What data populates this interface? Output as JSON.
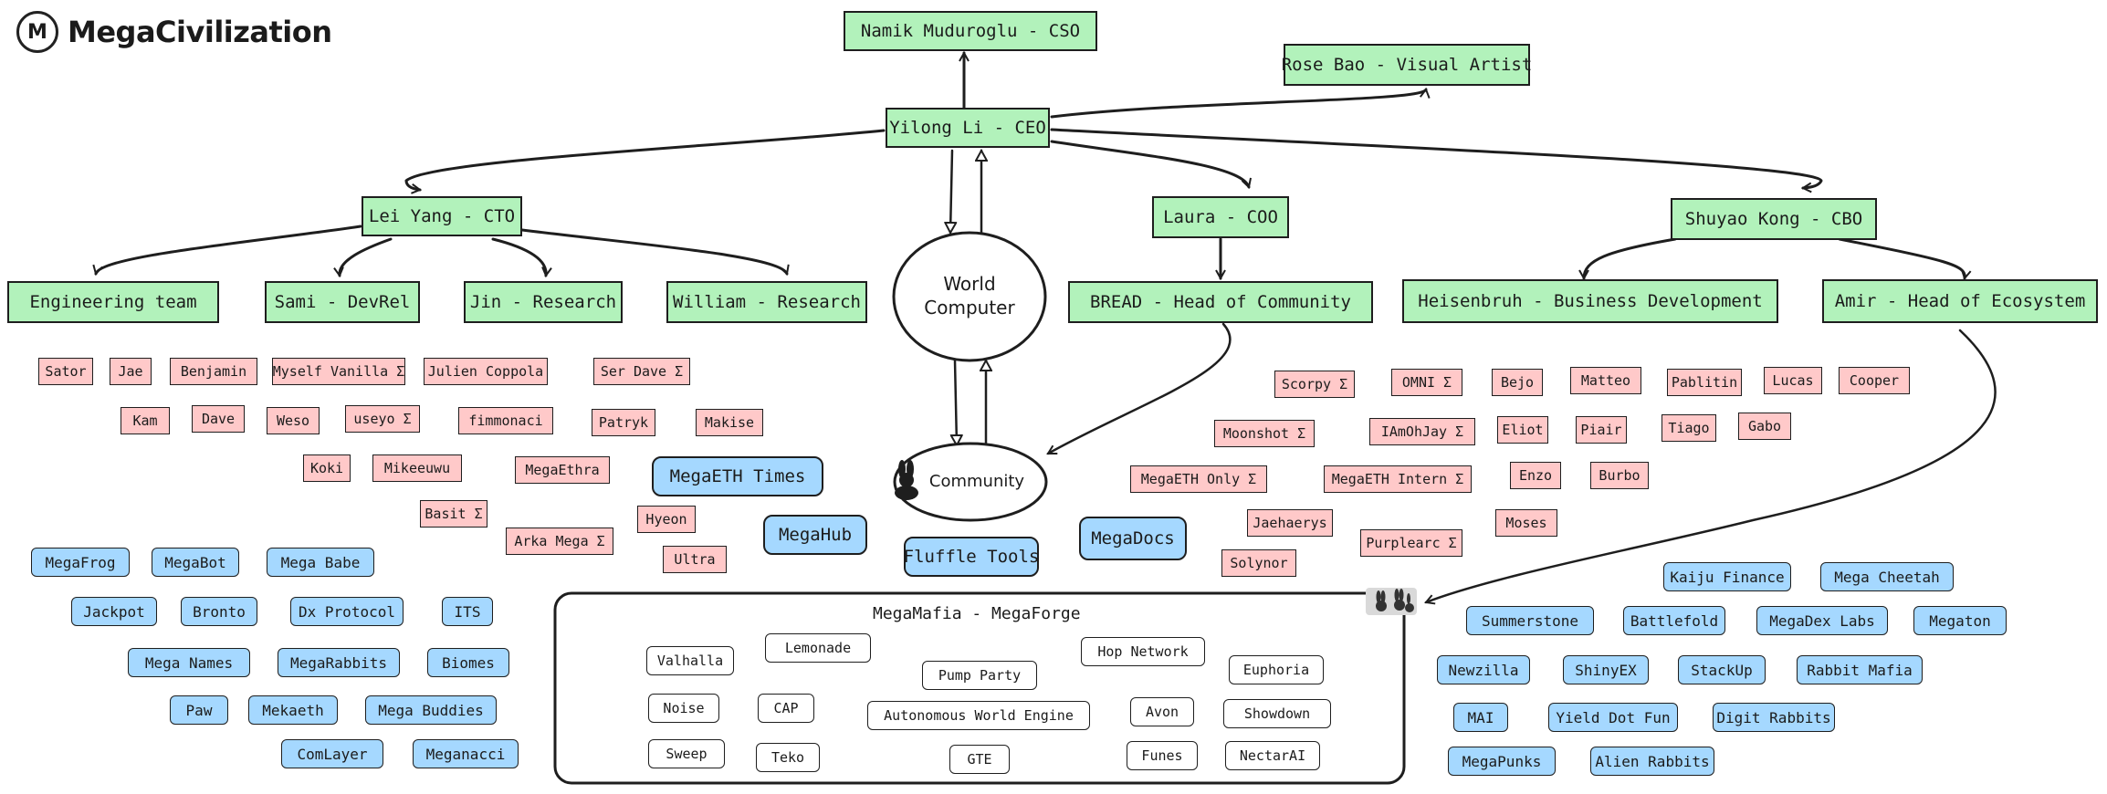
{
  "brand": {
    "name": "MegaCivilization",
    "logo_letter": "M"
  },
  "roles": {
    "cso": "Namik Muduroglu - CSO",
    "visual_artist": "Rose Bao - Visual Artist",
    "ceo": "Yilong Li - CEO",
    "cto": "Lei Yang - CTO",
    "coo": "Laura - COO",
    "cbo": "Shuyao Kong - CBO",
    "engineering": "Engineering team",
    "devrel": "Sami - DevRel",
    "jin": "Jin - Research",
    "william": "William - Research",
    "bread": "BREAD - Head of Community",
    "heisenbruh": "Heisenbruh - Business Development",
    "amir": "Amir - Head of Ecosystem"
  },
  "world_computer": {
    "line1": "World",
    "line2": "Computer"
  },
  "community": {
    "label": "Community"
  },
  "team_members": [
    "Sator",
    "Jae",
    "Benjamin",
    "Myself Vanilla Σ",
    "Julien Coppola",
    "Ser Dave Σ",
    "Kam",
    "Dave",
    "Weso",
    "useyo Σ",
    "fimmonaci",
    "Patryk",
    "Makise",
    "Koki",
    "Mikeeuwu",
    "MegaEthra",
    "Basit Σ",
    "Hyeon",
    "Arka Mega Σ",
    "Ultra"
  ],
  "community_members": [
    "Scorpy Σ",
    "OMNI Σ",
    "Bejo",
    "Matteo",
    "Pablitin",
    "Lucas",
    "Cooper",
    "Moonshot Σ",
    "IAmOhJay Σ",
    "Eliot",
    "Piair",
    "Tiago",
    "Gabo",
    "MegaETH Only Σ",
    "MegaETH Intern Σ",
    "Enzo",
    "Burbo",
    "Jaehaerys",
    "Moses",
    "Purplearc Σ",
    "Solynor"
  ],
  "center_projects": [
    "MegaETH Times",
    "MegaHub",
    "Fluffle Tools",
    "MegaDocs"
  ],
  "left_projects": [
    "MegaFrog",
    "MegaBot",
    "Mega Babe",
    "Jackpot",
    "Bronto",
    "Dx Protocol",
    "ITS",
    "Mega Names",
    "MegaRabbits",
    "Biomes",
    "Paw",
    "Mekaeth",
    "Mega Buddies",
    "ComLayer",
    "Meganacci"
  ],
  "right_projects": [
    "Kaiju Finance",
    "Mega Cheetah",
    "Summerstone",
    "Battlefold",
    "MegaDex Labs",
    "Megaton",
    "Newzilla",
    "ShinyEX",
    "StackUp",
    "Rabbit Mafia",
    "MAI",
    "Yield Dot Fun",
    "Digit Rabbits",
    "MegaPunks",
    "Alien Rabbits"
  ],
  "megaforge": {
    "title": "MegaMafia - MegaForge",
    "projects": [
      "Valhalla",
      "Lemonade",
      "Pump Party",
      "Hop Network",
      "Euphoria",
      "Noise",
      "CAP",
      "Autonomous World Engine",
      "Avon",
      "Showdown",
      "Sweep",
      "Teko",
      "GTE",
      "Funes",
      "NectarAI"
    ]
  },
  "colors": {
    "role_green": "#b2f2bb",
    "member_pink": "#ffc9c9",
    "project_blue": "#a5d8ff",
    "forge_white": "#ffffff",
    "ink": "#1e1e1e"
  },
  "icons": [
    "bunny-icon",
    "rabbits-icon"
  ]
}
